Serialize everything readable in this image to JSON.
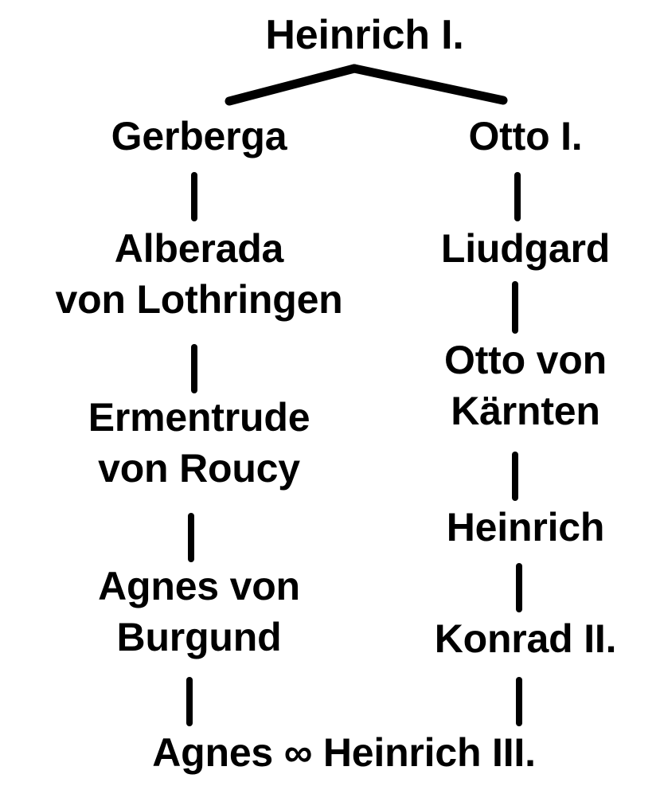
{
  "diagram": {
    "title": "Heinrich I.",
    "type": "genealogical-family-tree",
    "background_color": "#ffffff",
    "text_color": "#000000",
    "line_color": "#000000",
    "marriage_symbol": "∞"
  },
  "root": {
    "name": "Heinrich I.",
    "lines": [
      "Heinrich I."
    ]
  },
  "left_lineage": {
    "label": "left-descent-line",
    "nodes": [
      {
        "id": "gerberga",
        "lines": [
          "Gerberga"
        ]
      },
      {
        "id": "alberada",
        "lines": [
          "Alberada",
          "von Lothringen"
        ]
      },
      {
        "id": "ermentrude",
        "lines": [
          "Ermentrude",
          "von Roucy"
        ]
      },
      {
        "id": "agnes",
        "lines": [
          "Agnes von",
          "Burgund"
        ]
      }
    ]
  },
  "right_lineage": {
    "label": "right-descent-line",
    "nodes": [
      {
        "id": "otto-i",
        "lines": [
          "Otto I."
        ]
      },
      {
        "id": "liudgard",
        "lines": [
          "Liudgard"
        ]
      },
      {
        "id": "otto-karnten",
        "lines": [
          "Otto von",
          "Kärnten"
        ]
      },
      {
        "id": "heinrich",
        "lines": [
          "Heinrich"
        ]
      },
      {
        "id": "konrad-ii",
        "lines": [
          "Konrad II."
        ]
      }
    ]
  },
  "union": {
    "id": "agnes-heinrich-iii",
    "text": "Agnes ∞ Heinrich III.",
    "left_partner": "Agnes",
    "symbol": "∞",
    "right_partner": "Heinrich III."
  }
}
